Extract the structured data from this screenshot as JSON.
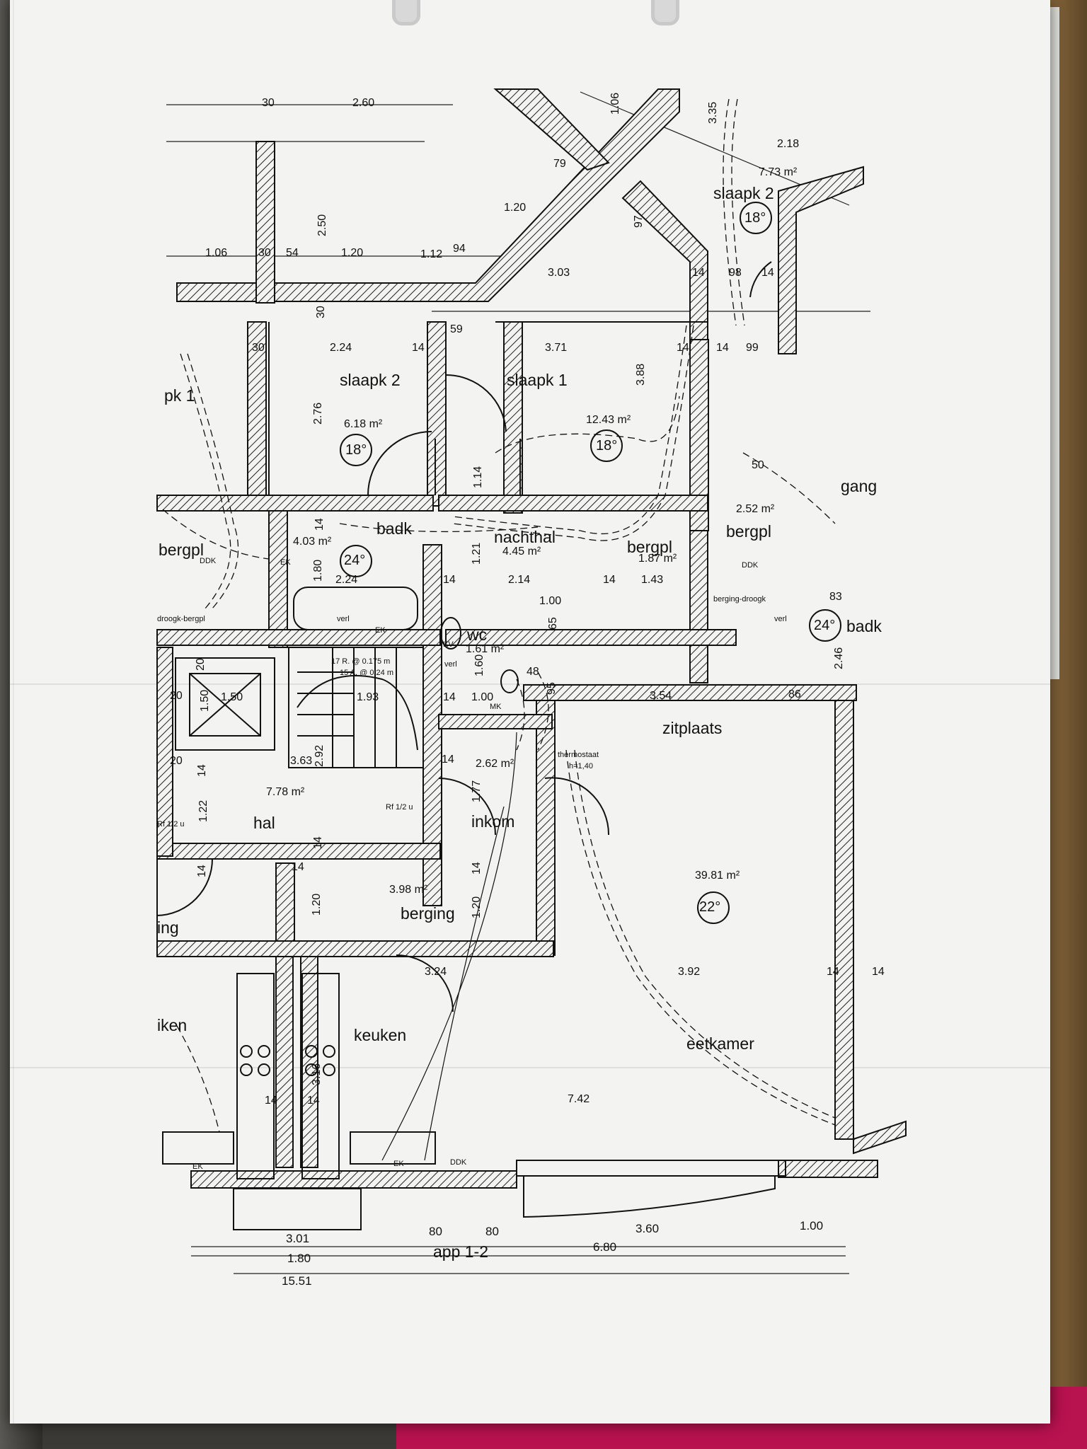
{
  "rooms": {
    "slaapk2_top": "slaapk 2",
    "slaapk2_top_area": "7.73 m²",
    "slaapk2_top_temp": "18°",
    "slaapk2": "slaapk 2",
    "slaapk2_area": "6.18 m²",
    "slaapk2_temp": "18°",
    "slaapk1": "slaapk 1",
    "slaapk1_area": "12.43 m²",
    "slaapk1_temp": "18°",
    "pk1": "pk 1",
    "badk": "badk",
    "badk_area": "4.03 m²",
    "badk_temp": "24°",
    "nachthal": "nachthal",
    "nachthal_area": "4.45 m²",
    "bergpl_right": "bergpl",
    "bergpl_right_area": "1.87 m²",
    "bergpl_far": "bergpl",
    "bergpl_far_area": "2.52 m²",
    "gang": "gang",
    "badk_right": "badk",
    "badk_right_temp": "24°",
    "bergpl_left": "bergpl",
    "wc": "wc",
    "wc_area": "1.61 m²",
    "zitplaats": "zitplaats",
    "thermostaat": "thermostaat",
    "thermostaat_h": "h=1,40",
    "inkom": "inkom",
    "inkom_area": "2.62 m²",
    "hal": "hal",
    "hal_area": "7.78 m²",
    "rf_left": "Rf 1/2 u",
    "rf_mid": "Rf 1/2 u",
    "living_area": "39.81 m²",
    "living_temp": "22°",
    "berging": "berging",
    "berging_area": "3.98 m²",
    "ing": "ing",
    "iken": "iken",
    "keuken": "keuken",
    "eetkamer": "eetkamer",
    "berging_droogk": "berging-droogk",
    "droogk_bergpl": "droogk-bergpl",
    "verl1": "verl",
    "verl2": "verl",
    "verl3": "verl",
    "ek": "EK",
    "ddk": "DDK",
    "mk": "MK",
    "kv": "KV",
    "stair_r": "17 R. @ 0.175 m",
    "stair_a": "15 A. @ 0.24 m",
    "app": "app 1-2"
  },
  "dims": {
    "d30a": "30",
    "d260": "2.60",
    "d106a": "1.06",
    "d335": "3.35",
    "d218": "2.18",
    "d79": "79",
    "d120a": "1.20",
    "d250": "2.50",
    "d106b": "1.06",
    "d30b": "30",
    "d54": "54",
    "d120b": "1.20",
    "d112": "1.12",
    "d94": "94",
    "d303": "3.03",
    "d97": "97",
    "d98": "98",
    "d14a": "14",
    "d14b": "14",
    "d30c": "30",
    "d59": "59",
    "d30d": "30",
    "d224a": "2.24",
    "d14c": "14",
    "d371": "3.71",
    "d388": "3.88",
    "d14d": "14",
    "d14e": "14",
    "d99": "99",
    "d276": "2.76",
    "d114": "1.14",
    "d50": "50",
    "d14f": "14",
    "d180": "1.80",
    "d224b": "2.24",
    "d14g": "14",
    "d121": "1.21",
    "d214": "2.14",
    "d14h": "14",
    "d143": "1.43",
    "d100a": "1.00",
    "d65": "65",
    "d83": "83",
    "d246": "2.46",
    "d20a": "20",
    "d150a": "1.50",
    "d150b": "1.50",
    "d20b": "20",
    "d193": "1.93",
    "d14i": "14",
    "d100b": "1.00",
    "d48": "48",
    "d95": "95",
    "d354": "3.54",
    "d86": "86",
    "d160": "1.60",
    "d292": "2.92",
    "d363": "3.63",
    "d20c": "20",
    "d14j": "14",
    "d177": "1.77",
    "d122": "1.22",
    "d14k": "14",
    "d14l": "14",
    "d14m": "14",
    "d14n": "14",
    "d120c": "1.20",
    "d120d": "1.20",
    "d324": "3.24",
    "d392": "3.92",
    "d14o": "14",
    "d14p": "14",
    "d316": "3.16",
    "d14q": "14",
    "d14r": "14",
    "d742": "7.42",
    "d14s": "14"
  },
  "bottom_dims": {
    "b301": "3.01",
    "b80a": "80",
    "b80b": "80",
    "b360": "3.60",
    "b100": "1.00",
    "b180": "1.80",
    "b680": "6.80",
    "b1551": "15.51"
  }
}
